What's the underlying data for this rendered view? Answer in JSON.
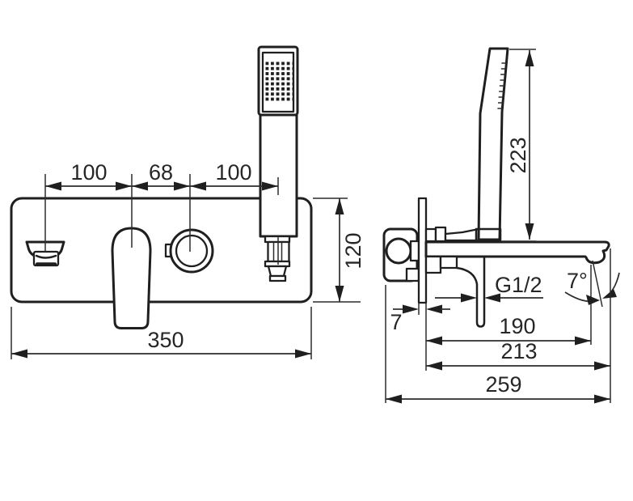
{
  "colors": {
    "background": "#ffffff",
    "line": "#1f1f1f",
    "dimension_text": "#262626"
  },
  "front_view": {
    "dimensions": {
      "spout_to_lever": "100",
      "lever_to_diverter": "68",
      "diverter_to_shower": "100",
      "panel_width": "350",
      "panel_height": "120"
    }
  },
  "side_view": {
    "dimensions": {
      "handshower_height": "223",
      "hose_thread": "G1/2",
      "spout_angle": "7°",
      "plate_thickness": "7",
      "wall_to_outlet": "190",
      "wall_to_spout_tip": "213",
      "overall_depth": "259"
    }
  }
}
